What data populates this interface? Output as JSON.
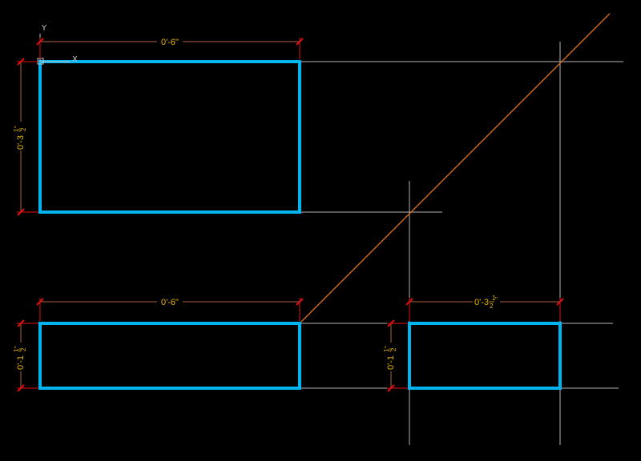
{
  "colors": {
    "background": "#000000",
    "object": "#00b4f0",
    "construction": "#b4b4b4",
    "miter": "#d26a1e",
    "dimension_line": "#b0613e",
    "tick": "#e01010",
    "dim_text": "#e8b400",
    "ucs": "#c8c8c8"
  },
  "ucs": {
    "y_label": "Y",
    "x_label": "X"
  },
  "dimensions": {
    "top_width": {
      "main": "0'-6\""
    },
    "top_height": {
      "main": "0'-3",
      "num": "1",
      "den": "2",
      "tail": "\""
    },
    "front_width": {
      "main": "0'-6\""
    },
    "front_height": {
      "main": "0'-1",
      "num": "1",
      "den": "2",
      "tail": "\""
    },
    "side_width": {
      "main": "0'-3",
      "num": "1",
      "den": "2",
      "tail": "\""
    },
    "side_height": {
      "main": "0'-1",
      "num": "1",
      "den": "2",
      "tail": "\""
    }
  }
}
